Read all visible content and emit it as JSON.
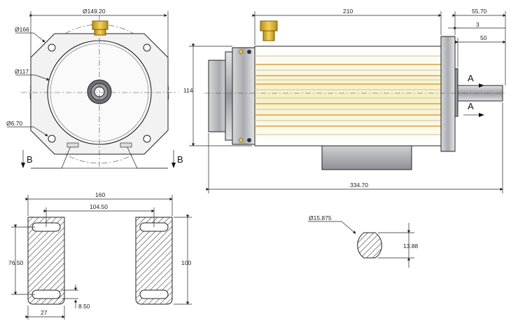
{
  "front_view": {
    "dims": {
      "d149": "Ø149.20",
      "d166": "Ø166",
      "d117": "Ø117",
      "d670": "Ø6.70"
    },
    "section_left": "B",
    "section_right": "B"
  },
  "side_view": {
    "dims": {
      "len210": "210",
      "len5570": "55.70",
      "len3": "3",
      "len50": "50",
      "height114": "114",
      "total33470": "334.70"
    },
    "section_top": "A",
    "section_bottom": "A"
  },
  "bracket_view": {
    "dims": {
      "width160": "160",
      "slot10450": "104.50",
      "height7650": "76.50",
      "height100": "100",
      "width27": "27",
      "offset850": "8.50"
    }
  },
  "shaft_section": {
    "dims": {
      "d15875": "Ø15.875",
      "flat1388": "13.88"
    }
  },
  "colors": {
    "housing_yellow": "#f4edc0",
    "fin_orange": "#d9a23a",
    "steel_gray": "#b9bcc3",
    "dark_steel": "#6e7177",
    "brass": "#e8c23a"
  }
}
